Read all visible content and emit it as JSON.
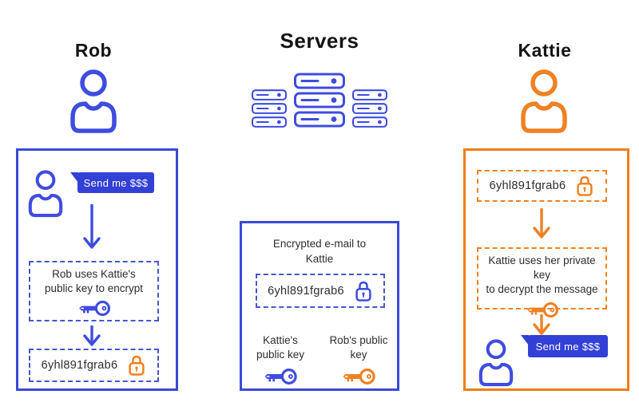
{
  "colors": {
    "blue_icon": "#3f4ce0",
    "blue_border": "#3b49d8",
    "blue_bubble": "#3340d6",
    "orange": "#f08122",
    "text": "#2d2d33"
  },
  "header": {
    "rob": "Rob",
    "servers": "Servers",
    "kattie": "Kattie"
  },
  "left_panel": {
    "bubble_text": "Send me $$$",
    "encrypt_step": "Rob uses Kattie's\npublic key to encrypt",
    "ciphertext": "6yhl891fgrab6"
  },
  "center_panel": {
    "title": "Encrypted e-mail to\nKattie",
    "ciphertext": "6yhl891fgrab6",
    "kattie_key_label": "Kattie's\npublic key",
    "rob_key_label": "Rob's public\nkey"
  },
  "right_panel": {
    "ciphertext": "6yhl891fgrab6",
    "decrypt_step": "Kattie uses her private key\nto decrypt the message",
    "bubble_text": "Send me $$$"
  }
}
